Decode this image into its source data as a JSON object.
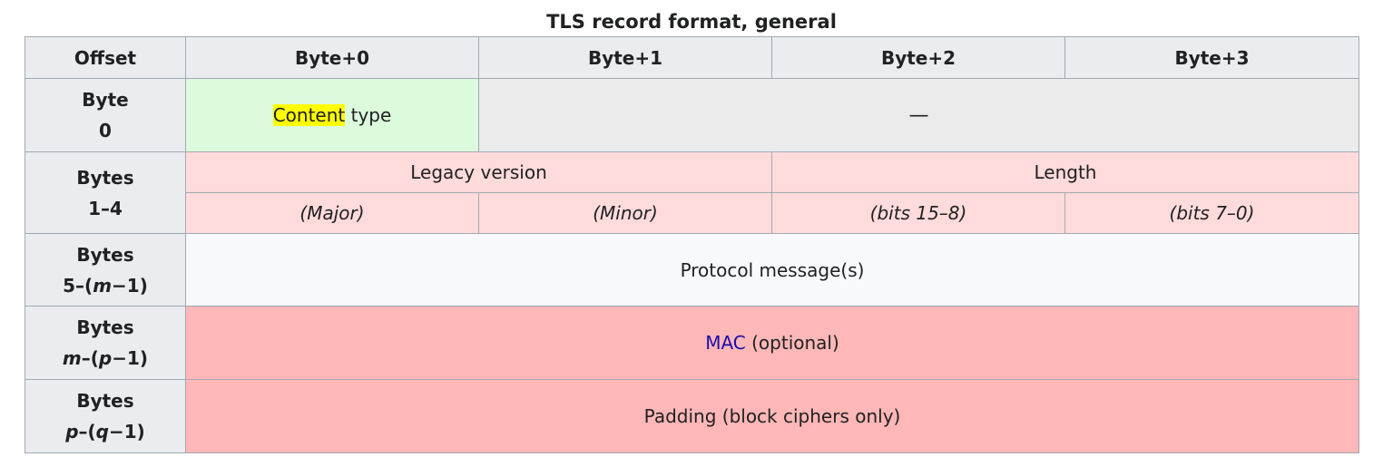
{
  "caption": "TLS record format, general",
  "header": {
    "offset": "Offset",
    "cols": [
      "Byte+0",
      "Byte+1",
      "Byte+2",
      "Byte+3"
    ]
  },
  "rows": {
    "byte0": {
      "label_line1": "Byte",
      "label_line2": "0",
      "content_highlight": "Content",
      "content_rest": " type",
      "rest": "—"
    },
    "bytes1_4": {
      "label_line1": "Bytes",
      "label_line2": "1–4",
      "legacy_version": "Legacy version",
      "length": "Length",
      "major": "(Major)",
      "minor": "(Minor)",
      "bits_15_8": "(bits 15–8)",
      "bits_7_0": "(bits 7–0)"
    },
    "bytes5": {
      "label_line1": "Bytes",
      "label_pre": "5–(",
      "label_var": "m",
      "label_post": "−1)",
      "content": "Protocol message(s)"
    },
    "bytes_m": {
      "label_line1": "Bytes",
      "label_var1": "m",
      "label_mid": "–(",
      "label_var2": "p",
      "label_post": "−1)",
      "content_link": "MAC",
      "content_rest": " (optional)"
    },
    "bytes_p": {
      "label_line1": "Bytes",
      "label_var1": "p",
      "label_mid": "–(",
      "label_var2": "q",
      "label_post": "−1)",
      "content": "Padding (block ciphers only)"
    }
  },
  "colors": {
    "header_bg": "#eaecf0",
    "content_type_bg": "#dcfadc",
    "unused_bg": "#ebebeb",
    "version_length_bg": "#ffdbdb",
    "protocol_bg": "#f8f9fa",
    "mac_padding_bg": "#ffb7b7",
    "highlight": "#ffff00",
    "link": "#1a0dab",
    "border": "#a2a9b1"
  }
}
